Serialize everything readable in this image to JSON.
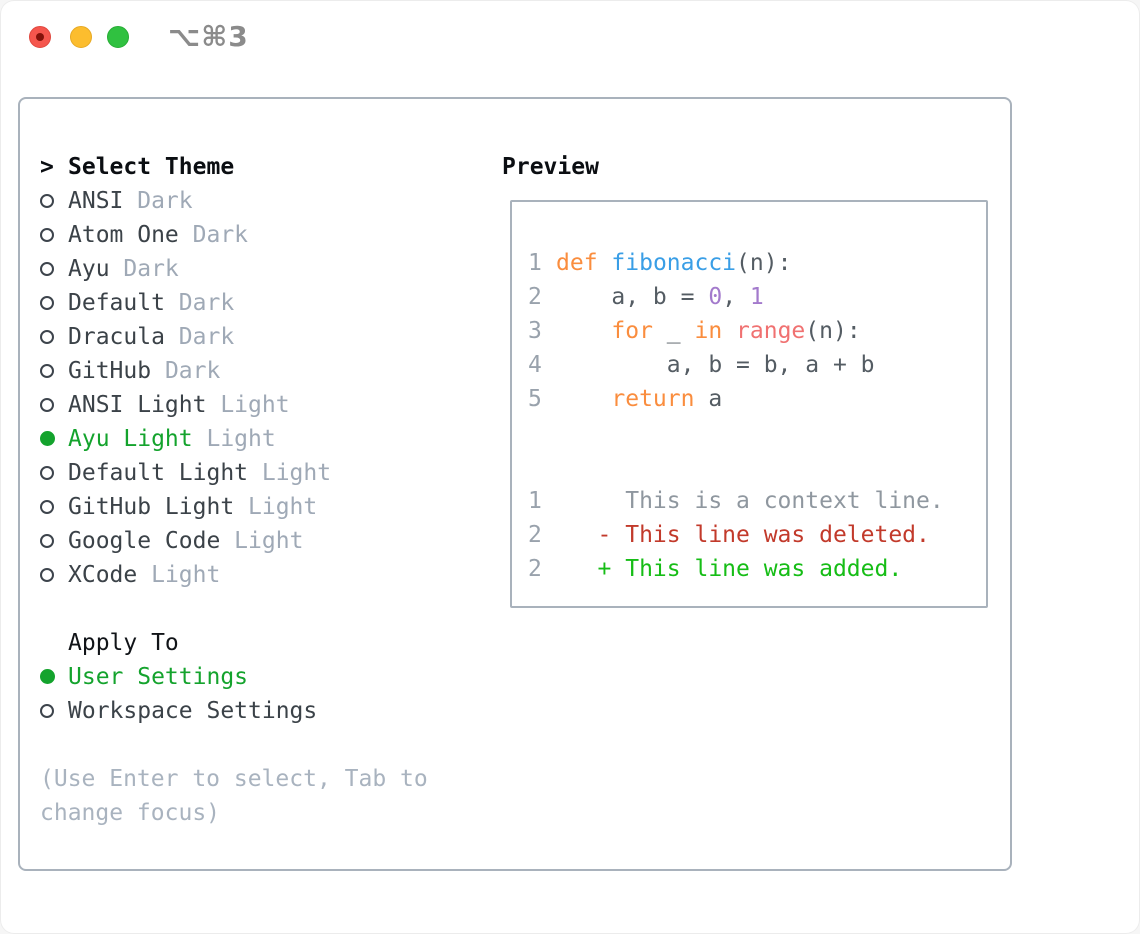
{
  "window": {
    "title": "⌥⌘3"
  },
  "titlebar_buttons": {
    "close": "close-button",
    "minimize": "minimize-button",
    "zoom": "zoom-button"
  },
  "colors": {
    "accent_green": "#14a32d",
    "keyword_orange": "#fa8d3e",
    "function_blue": "#399ee6",
    "number_purple": "#a37acc",
    "builtin_coral": "#f07171",
    "diff_deleted_red": "#c23a2b",
    "diff_added_green": "#16bd16",
    "traffic_red": "#f5564d",
    "traffic_yellow": "#fcbd2e",
    "traffic_green": "#30c140"
  },
  "theme_selector": {
    "focus_marker": ">",
    "header": "Select Theme",
    "items": [
      {
        "name": "ANSI",
        "variant": "Dark",
        "selected": false
      },
      {
        "name": "Atom One",
        "variant": "Dark",
        "selected": false
      },
      {
        "name": "Ayu",
        "variant": "Dark",
        "selected": false
      },
      {
        "name": "Default",
        "variant": "Dark",
        "selected": false
      },
      {
        "name": "Dracula",
        "variant": "Dark",
        "selected": false
      },
      {
        "name": "GitHub",
        "variant": "Dark",
        "selected": false
      },
      {
        "name": "ANSI Light",
        "variant": "Light",
        "selected": false
      },
      {
        "name": "Ayu Light",
        "variant": "Light",
        "selected": true
      },
      {
        "name": "Default Light",
        "variant": "Light",
        "selected": false
      },
      {
        "name": "GitHub Light",
        "variant": "Light",
        "selected": false
      },
      {
        "name": "Google Code",
        "variant": "Light",
        "selected": false
      },
      {
        "name": "XCode",
        "variant": "Light",
        "selected": false
      }
    ]
  },
  "apply_to": {
    "header": "Apply To",
    "options": [
      {
        "label": "User Settings",
        "selected": true
      },
      {
        "label": "Workspace Settings",
        "selected": false
      }
    ]
  },
  "hint": {
    "line1": "(Use Enter to select, Tab to",
    "line2": "change focus)"
  },
  "preview": {
    "header": "Preview",
    "code_lines": [
      {
        "no": "1",
        "tokens": [
          {
            "c": "kw",
            "t": "def"
          },
          {
            "c": "def",
            "t": " "
          },
          {
            "c": "fn",
            "t": "fibonacci"
          },
          {
            "c": "def",
            "t": "(n):"
          }
        ]
      },
      {
        "no": "2",
        "tokens": [
          {
            "c": "def",
            "t": "    a, b = "
          },
          {
            "c": "num",
            "t": "0"
          },
          {
            "c": "def",
            "t": ", "
          },
          {
            "c": "num",
            "t": "1"
          }
        ]
      },
      {
        "no": "3",
        "tokens": [
          {
            "c": "def",
            "t": "    "
          },
          {
            "c": "kw",
            "t": "for"
          },
          {
            "c": "def",
            "t": " _ "
          },
          {
            "c": "kw",
            "t": "in"
          },
          {
            "c": "def",
            "t": " "
          },
          {
            "c": "call",
            "t": "range"
          },
          {
            "c": "def",
            "t": "(n):"
          }
        ]
      },
      {
        "no": "4",
        "tokens": [
          {
            "c": "def",
            "t": "        a, b = b, a + b"
          }
        ]
      },
      {
        "no": "5",
        "tokens": [
          {
            "c": "def",
            "t": "    "
          },
          {
            "c": "kw",
            "t": "return"
          },
          {
            "c": "def",
            "t": " a"
          }
        ]
      }
    ],
    "diff_lines": [
      {
        "no": "1",
        "marker": " ",
        "text": "This is a context line.",
        "kind": "context"
      },
      {
        "no": "2",
        "marker": "-",
        "text": "This line was deleted.",
        "kind": "deleted"
      },
      {
        "no": "2",
        "marker": "+",
        "text": "This line was added.",
        "kind": "added"
      }
    ]
  }
}
